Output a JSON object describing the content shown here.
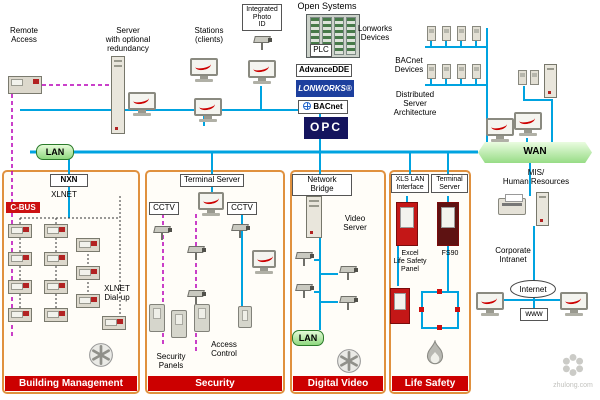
{
  "watermark": "zhulong.com",
  "top": {
    "remote_access": "Remote\nAccess",
    "server": "Server\nwith optional\nredundancy",
    "stations": "Stations\n(clients)",
    "integrated_photo_id": "Integrated\nPhoto\nID",
    "open_systems": "Open Systems",
    "plc": "PLC",
    "advance_dde": "AdvanceDDE",
    "lonworks_badge": "LONWORKS®",
    "bacnet_badge": "BACnet",
    "opc_badge": "OPC",
    "lonworks_devices": "Lonworks\nDevices",
    "bacnet_devices": "BACnet\nDevices",
    "distributed_server": "Distributed\nServer\nArchitecture",
    "lan": "LAN",
    "wan": "WAN"
  },
  "right": {
    "mis": "MIS/\nHuman Resources",
    "corporate_intranet": "Corporate\nIntranet",
    "internet": "Internet",
    "www": "www"
  },
  "building_management": {
    "title": "Building Management",
    "nxn": "NXN",
    "xlnet": "XLNET",
    "cbus": "C-BUS",
    "xlnet_dialup": "XLNET\nDial-up"
  },
  "security": {
    "title": "Security",
    "terminal_server": "Terminal Server",
    "cctv_left": "CCTV",
    "cctv_right": "CCTV",
    "security_panels": "Security\nPanels",
    "access_control": "Access\nControl"
  },
  "digital_video": {
    "title": "Digital Video",
    "network_bridge": "Network Bridge",
    "video_server": "Video\nServer",
    "lan": "LAN"
  },
  "life_safety": {
    "title": "Life Safety",
    "xls_lan_interface": "XLS LAN\nInterface",
    "terminal_server": "Terminal\nServer",
    "excel_panel": "Excel\nLife Safety\nPanel",
    "fs90": "FS90"
  }
}
